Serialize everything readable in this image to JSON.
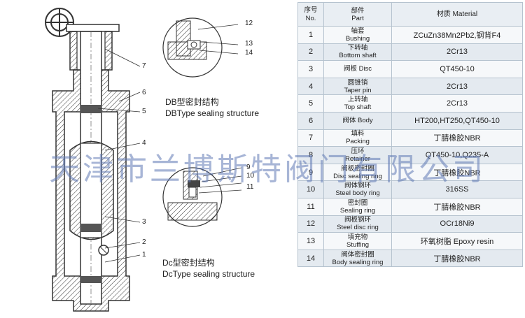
{
  "callouts": {
    "c12": "12",
    "c13": "13",
    "c14": "14",
    "c7": "7",
    "c6": "6",
    "c5": "5",
    "c4": "4",
    "c9": "9",
    "c10": "10",
    "c11": "11",
    "c3": "3",
    "c2": "2",
    "c1": "1"
  },
  "captions": {
    "db_zh": "DB型密封结构",
    "db_en": "DBType sealing structure",
    "dc_zh": "Dc型密封结构",
    "dc_en": "DcType sealing structure"
  },
  "table": {
    "headers": {
      "no_zh": "序号",
      "no_en": "No.",
      "part_zh": "部件",
      "part_en": "Part",
      "material": "材质 Material"
    },
    "rows": [
      {
        "no": "1",
        "part_zh": "轴套",
        "part_en": "Bushing",
        "material": "ZCuZn38Mn2Pb2,钢背F4"
      },
      {
        "no": "2",
        "part_zh": "下转轴",
        "part_en": "Bottom shaft",
        "material": "2Cr13"
      },
      {
        "no": "3",
        "part_zh": "阀板 Disc",
        "part_en": "",
        "material": "QT450-10"
      },
      {
        "no": "4",
        "part_zh": "圆锥销",
        "part_en": "Taper pin",
        "material": "2Cr13"
      },
      {
        "no": "5",
        "part_zh": "上转轴",
        "part_en": "Top shaft",
        "material": "2Cr13"
      },
      {
        "no": "6",
        "part_zh": "阀体 Body",
        "part_en": "",
        "material": "HT200,HT250,QT450-10"
      },
      {
        "no": "7",
        "part_zh": "填料",
        "part_en": "Packing",
        "material": "丁腈橡胶NBR"
      },
      {
        "no": "8",
        "part_zh": "压环",
        "part_en": "Retainer",
        "material": "QT450-10,Q235-A"
      },
      {
        "no": "9",
        "part_zh": "阀板密封圈",
        "part_en": "Disc sealing ring",
        "material": "丁腈橡胶NBR"
      },
      {
        "no": "10",
        "part_zh": "阀体钢环",
        "part_en": "Steel body ring",
        "material": "316SS"
      },
      {
        "no": "11",
        "part_zh": "密封圈",
        "part_en": "Sealing ring",
        "material": "丁腈橡胶NBR"
      },
      {
        "no": "12",
        "part_zh": "阀板钢环",
        "part_en": "Steel disc ring",
        "material": "OCr18Ni9"
      },
      {
        "no": "13",
        "part_zh": "填充物",
        "part_en": "Stuffing",
        "material": "环氧树脂 Epoxy resin"
      },
      {
        "no": "14",
        "part_zh": "阀体密封圈",
        "part_en": "Body sealing ring",
        "material": "丁腈橡胶NBR"
      }
    ]
  },
  "watermark": "天津市兰博斯特阀门有限公司"
}
